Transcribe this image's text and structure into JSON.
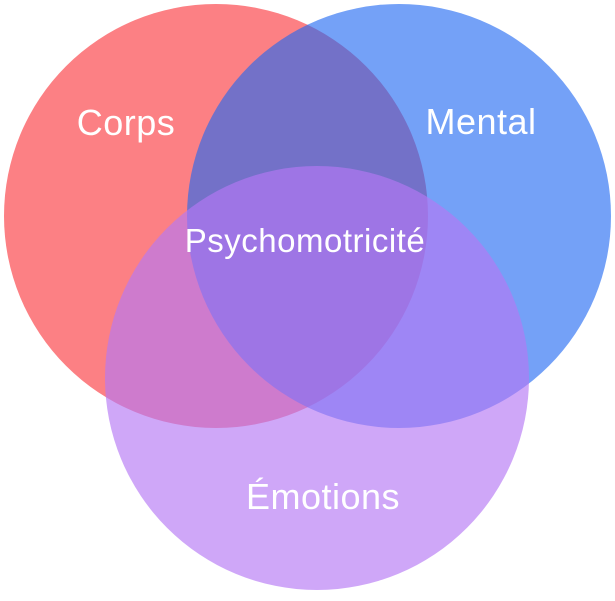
{
  "diagram": {
    "type": "venn",
    "background": "#FFFFFF",
    "text_color": "#FFFFFF",
    "center_label": "Psychomotricité",
    "sets": [
      {
        "label": "Corps",
        "position": "top-left",
        "fill": "#FC8084"
      },
      {
        "label": "Mental",
        "position": "top-right",
        "fill": "#74A1F7"
      },
      {
        "label": "Émotions",
        "position": "bottom-center",
        "fill": "#D0A8F8"
      }
    ],
    "overlap_colors": {
      "corps_mental": "#7470CB",
      "corps_emotions": "#D47BCE",
      "mental_emotions": "#A087F8",
      "center_all": "#9C73DE"
    }
  }
}
